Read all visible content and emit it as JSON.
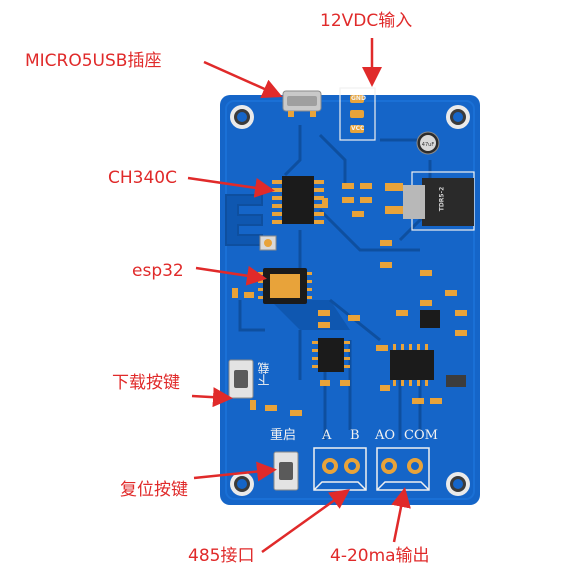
{
  "callouts": {
    "power_input": "12VDC输入",
    "usb": "MICRO5USB插座",
    "ch340": "CH340C",
    "esp32": "esp32",
    "download_button": "下载按键",
    "reset_button": "复位按键",
    "rs485": "485接口",
    "analog_out": "4-20ma输出"
  },
  "silkscreen": {
    "download": "下载",
    "reset": "重启",
    "a": "A",
    "b": "B",
    "ao": "AO",
    "com": "COM",
    "vcc": "VCC",
    "gnd": "GND",
    "module": "TDR5-2"
  },
  "colors": {
    "board": "#1565c8",
    "board_dark": "#0d4fa3",
    "annotation": "#e02a2a",
    "pad": "#e8a33a",
    "silkscreen": "#f1f1f1"
  }
}
